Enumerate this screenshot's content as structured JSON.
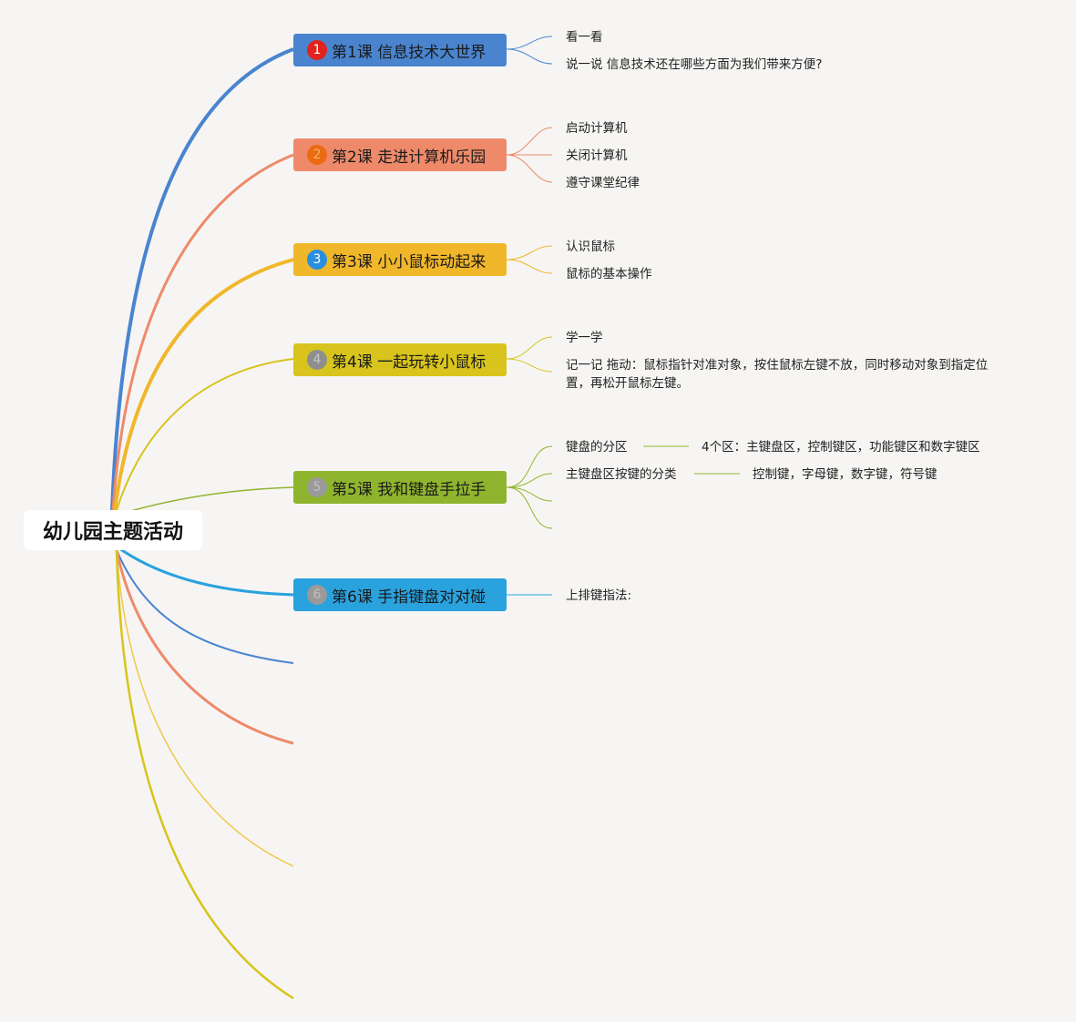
{
  "root": {
    "label": "幼儿园主题活动"
  },
  "topics": [
    {
      "num": "1",
      "label": "第1课 信息技术大世界",
      "color": "#4a84cf",
      "num_bg": "#e0231d",
      "num_fg": "#ffffff"
    },
    {
      "num": "2",
      "label": "第2课 走进计算机乐园",
      "color": "#ee8a6a",
      "num_bg": "#ea6b12",
      "num_fg": "#f5b56e"
    },
    {
      "num": "3",
      "label": "第3课 小小鼠标动起来",
      "color": "#f1b72a",
      "num_bg": "#2a8ee0",
      "num_fg": "#ffffff"
    },
    {
      "num": "4",
      "label": "第4课 一起玩转小鼠标",
      "color": "#d8c41c",
      "num_bg": "#8e8e8e",
      "num_fg": "#c8c8c8"
    },
    {
      "num": "5",
      "label": "第5课 我和键盘手拉手",
      "color": "#8fb52e",
      "num_bg": "#9a9a9a",
      "num_fg": "#c0c0c0"
    },
    {
      "num": "6",
      "label": "第6课 手指键盘对对碰",
      "color": "#2aa2de",
      "num_bg": "#9a9a9a",
      "num_fg": "#c0c0c0"
    }
  ],
  "leaves": {
    "t1_1": "看一看",
    "t1_2": "说一说 信息技术还在哪些方面为我们带来方便?",
    "t2_1": "启动计算机",
    "t2_2": "关闭计算机",
    "t2_3": "遵守课堂纪律",
    "t3_1": "认识鼠标",
    "t3_2": "鼠标的基本操作",
    "t4_1": "学一学",
    "t4_2": "记一记 拖动：鼠标指针对准对象，按住鼠标左键不放，同时移动对象到指定位置，再松开鼠标左键。",
    "t5_1": "键盘的分区",
    "t5_1_detail": "4个区：主键盘区，控制键区，功能键区和数字键区",
    "t5_2": "主键盘区按键的分类",
    "t5_2_detail": "控制键，字母键，数字键，符号键",
    "t6_1": "上排键指法:"
  }
}
